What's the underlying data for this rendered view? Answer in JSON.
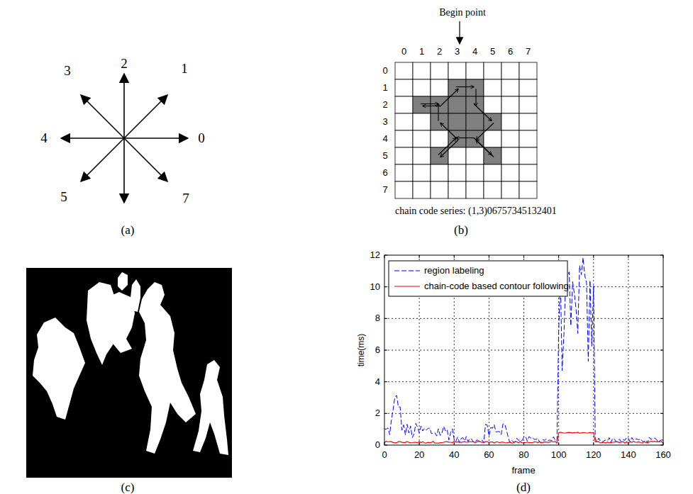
{
  "diagram": {
    "labels": [
      "3",
      "2",
      "1",
      "4",
      "0",
      "5",
      "7",
      "(a)",
      "Begin point",
      "0",
      "1",
      "2",
      "3",
      "4",
      "5",
      "6",
      "7",
      "0",
      "1",
      "2",
      "3",
      "4",
      "5",
      "6",
      "7",
      "chain code series: (1,3)06757345132401",
      "(b)",
      "(c)",
      "12",
      "10",
      "8",
      "6",
      "4",
      "2",
      "0",
      "time(ms)",
      "0",
      "20",
      "40",
      "60",
      "80",
      "100",
      "120",
      "140",
      "160",
      "frame",
      "(d)"
    ],
    "legend": [
      {
        "text": "region labeling"
      },
      {
        "text": "chain-code based contour following"
      }
    ]
  }
}
